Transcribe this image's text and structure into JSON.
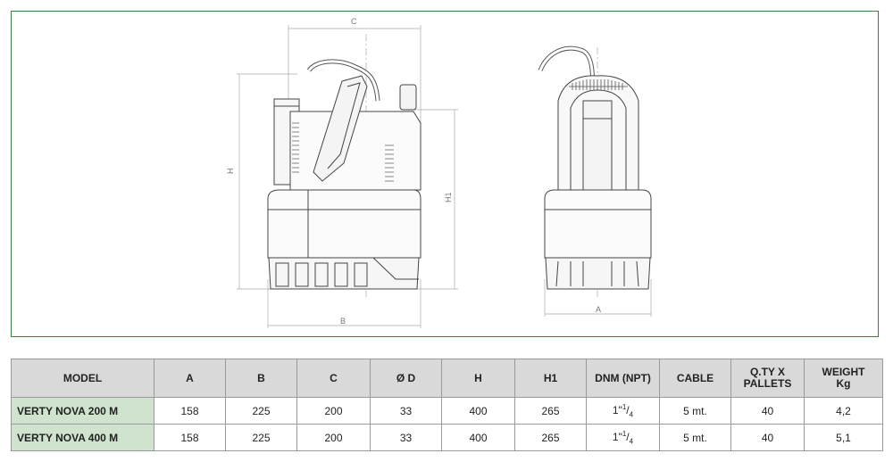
{
  "drawing": {
    "dimension_labels": {
      "c": "C",
      "h": "H",
      "h1": "H1",
      "b": "B",
      "a": "A"
    },
    "frame_color": "#3f7d3f",
    "line_color": "#444444",
    "dim_color": "#999999"
  },
  "table": {
    "headers": {
      "model": "MODEL",
      "a": "A",
      "b": "B",
      "c": "C",
      "od": "Ø D",
      "h": "H",
      "h1": "H1",
      "dnm": "DNM (NPT)",
      "cable": "CABLE",
      "qty_line1": "Q.TY X",
      "qty_line2": "PALLETS",
      "weight_line1": "WEIGHT",
      "weight_line2": "Kg"
    },
    "rows": [
      {
        "model": "VERTY NOVA 200 M",
        "a": "158",
        "b": "225",
        "c": "200",
        "od": "33",
        "h": "400",
        "h1": "265",
        "dnm_whole": "1\"",
        "dnm_num": "1",
        "dnm_den": "4",
        "cable": "5 mt.",
        "qty": "40",
        "weight": "4,2"
      },
      {
        "model": "VERTY NOVA 400 M",
        "a": "158",
        "b": "225",
        "c": "200",
        "od": "33",
        "h": "400",
        "h1": "265",
        "dnm_whole": "1\"",
        "dnm_num": "1",
        "dnm_den": "4",
        "cable": "5 mt.",
        "qty": "40",
        "weight": "5,1"
      }
    ],
    "model_cell_color": "#cfe3cf",
    "header_color": "#d9d9d9"
  }
}
